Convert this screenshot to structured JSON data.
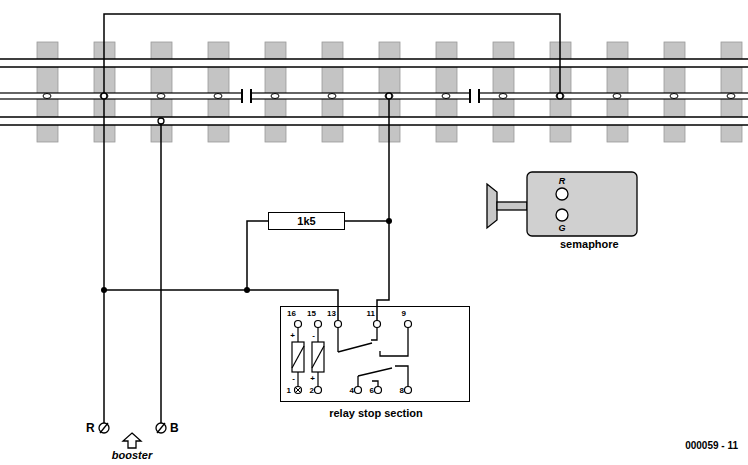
{
  "diagram": {
    "nodes": [
      {
        "text": [
          "1k5"
        ]
      },
      {
        "text": [
          "R",
          "G",
          "semaphore"
        ]
      },
      {
        "text": [
          "16",
          "15",
          "13",
          "11",
          "9",
          "+",
          "-",
          "-",
          "+",
          "1",
          "2",
          "4",
          "6",
          "8",
          "relay stop section"
        ]
      }
    ],
    "edges": [
      {
        "from": 0,
        "to": 2,
        "arrow": "none"
      },
      {
        "from": 0,
        "to": 2,
        "arrow": "none"
      }
    ],
    "labels": [
      "R",
      "B",
      "booster",
      "000059 - 11"
    ]
  }
}
